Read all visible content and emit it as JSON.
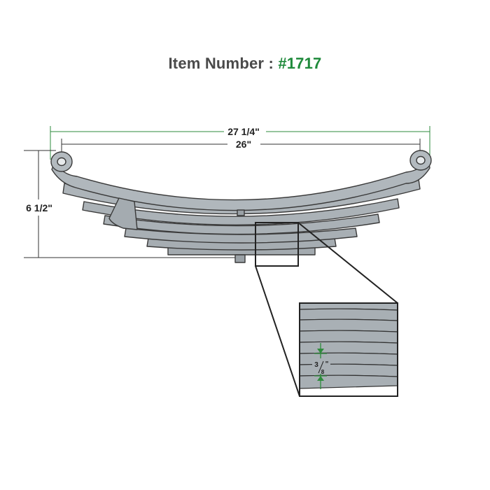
{
  "title": {
    "label": "Item Number : ",
    "number": "#1717"
  },
  "dimensions": {
    "overall_length": "27 1/4\"",
    "eye_to_eye": "26\"",
    "height": "6 1/2\"",
    "leaf_thickness_num": "3",
    "leaf_thickness_den": "8",
    "leaf_thickness_unit": "\""
  },
  "colors": {
    "title_label": "#4a4a4a",
    "title_number": "#1f8a3b",
    "dimension_green": "#2e8b3c",
    "leaf_fill": "#a9b0b5",
    "leaf_stroke": "#3a3a3a"
  }
}
